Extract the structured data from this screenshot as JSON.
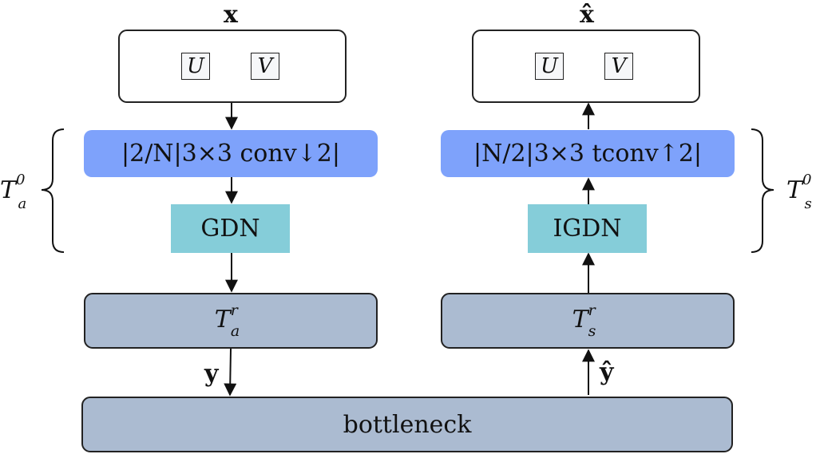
{
  "encoder": {
    "input_label": "x",
    "input_params": [
      "U",
      "V"
    ],
    "conv_label": "|2/N|3×3 conv↓2|",
    "norm_label": "GDN",
    "transform_T": "T",
    "transform_sup": "r",
    "transform_sub": "a",
    "output_label": "y",
    "bracket_T": "T",
    "bracket_sup": "0",
    "bracket_sub": "a"
  },
  "decoder": {
    "output_label": "x̂",
    "output_params": [
      "U",
      "V"
    ],
    "conv_label": "|N/2|3×3 tconv↑2|",
    "norm_label": "IGDN",
    "transform_T": "T",
    "transform_sup": "r",
    "transform_sub": "s",
    "input_label": "ŷ",
    "bracket_T": "T",
    "bracket_sup": "0",
    "bracket_sub": "s"
  },
  "bottleneck_label": "bottleneck"
}
